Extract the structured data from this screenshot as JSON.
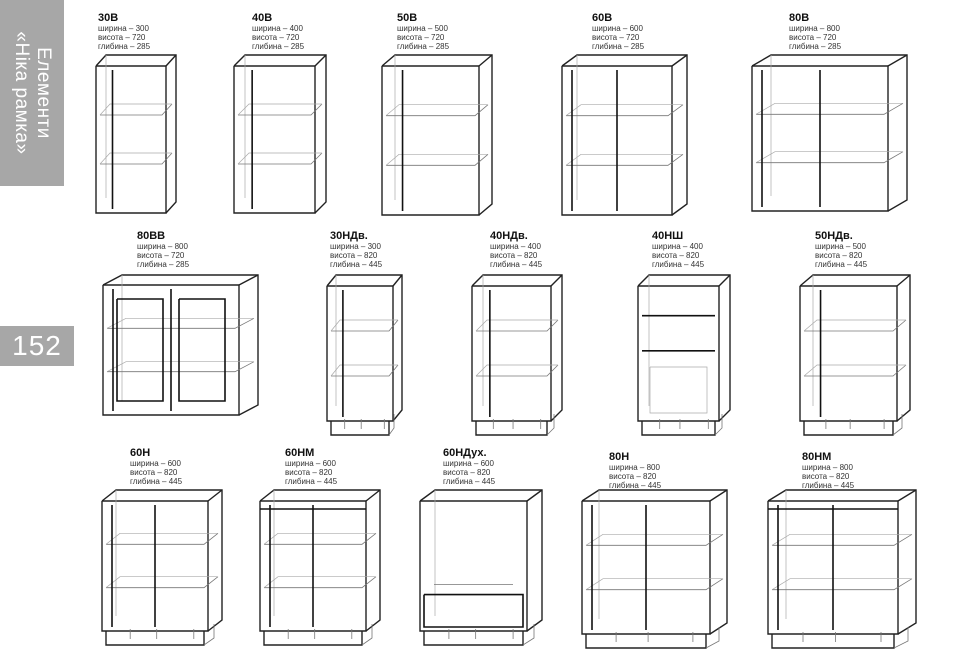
{
  "side_tab": {
    "line1": "Елементи",
    "line2": "«Ніка рамка»"
  },
  "page_number": "152",
  "spec_labels": {
    "width": "ширина",
    "height": "висота",
    "depth": "глибина"
  },
  "items": [
    {
      "code": "30В",
      "width": "300",
      "height": "720",
      "depth": "285"
    },
    {
      "code": "40В",
      "width": "400",
      "height": "720",
      "depth": "285"
    },
    {
      "code": "50В",
      "width": "500",
      "height": "720",
      "depth": "285"
    },
    {
      "code": "60В",
      "width": "600",
      "height": "720",
      "depth": "285"
    },
    {
      "code": "80В",
      "width": "800",
      "height": "720",
      "depth": "285"
    },
    {
      "code": "80ВВ",
      "width": "800",
      "height": "720",
      "depth": "285"
    },
    {
      "code": "30НДв.",
      "width": "300",
      "height": "820",
      "depth": "445"
    },
    {
      "code": "40НДв.",
      "width": "400",
      "height": "820",
      "depth": "445"
    },
    {
      "code": "40НШ",
      "width": "400",
      "height": "820",
      "depth": "445"
    },
    {
      "code": "50НДв.",
      "width": "500",
      "height": "820",
      "depth": "445"
    },
    {
      "code": "60Н",
      "width": "600",
      "height": "820",
      "depth": "445"
    },
    {
      "code": "60НМ",
      "width": "600",
      "height": "820",
      "depth": "445"
    },
    {
      "code": "60НДух.",
      "width": "600",
      "height": "820",
      "depth": "445"
    },
    {
      "code": "80Н",
      "width": "800",
      "height": "820",
      "depth": "445"
    },
    {
      "code": "80НМ",
      "width": "800",
      "height": "820",
      "depth": "445"
    }
  ]
}
